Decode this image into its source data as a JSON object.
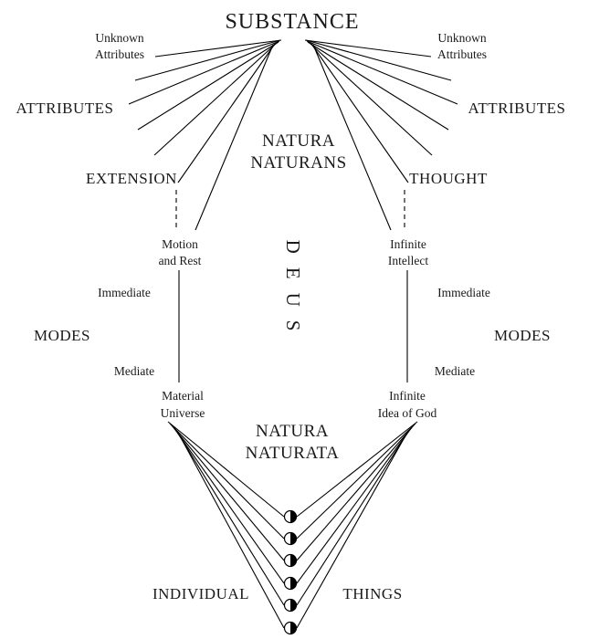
{
  "diagram": {
    "title": "SUBSTANCE",
    "natura_naturans": [
      "NATURA",
      "NATURANS"
    ],
    "natura_naturata": [
      "NATURA",
      "NATURATA"
    ],
    "deus": "DEUS",
    "left": {
      "unknown_attributes": [
        "Unknown",
        "Attributes"
      ],
      "attributes": "ATTRIBUTES",
      "attribute_name": "EXTENSION",
      "immediate_mode": [
        "Motion",
        "and Rest"
      ],
      "immediate_label": "Immediate",
      "modes_label": "MODES",
      "mediate_label": "Mediate",
      "mediate_mode": [
        "Material",
        "Universe"
      ]
    },
    "right": {
      "unknown_attributes": [
        "Unknown",
        "Attributes"
      ],
      "attributes": "ATTRIBUTES",
      "attribute_name": "THOUGHT",
      "immediate_mode": [
        "Infinite",
        "Intellect"
      ],
      "immediate_label": "Immediate",
      "modes_label": "MODES",
      "mediate_label": "Mediate",
      "mediate_mode": [
        "Infinite",
        "Idea of God"
      ]
    },
    "bottom": {
      "individual_label": "INDIVIDUAL",
      "things_label": "THINGS"
    },
    "colors": {
      "line": "#000000",
      "text": "#1a1a1a",
      "background": "#ffffff"
    }
  }
}
